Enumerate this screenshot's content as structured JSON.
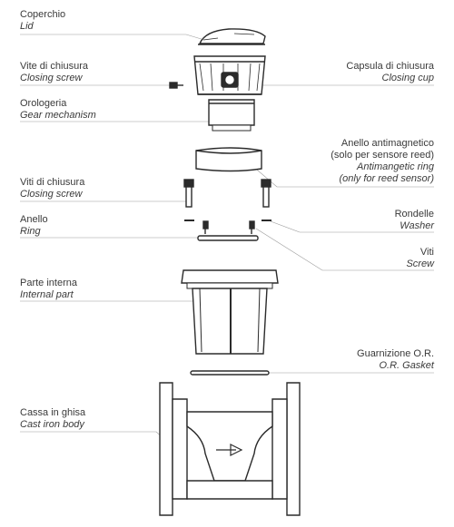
{
  "labels": {
    "coperchio": {
      "it": "Coperchio",
      "en": "Lid"
    },
    "vite": {
      "it": "Vite di chiusura",
      "en": "Closing screw"
    },
    "capsula": {
      "it": "Capsula di chiusura",
      "en": "Closing cup"
    },
    "orologeria": {
      "it": "Orologeria",
      "en": "Gear mechanism"
    },
    "anello_antimag": {
      "it1": "Anello antimagnetico",
      "it2": "(solo per sensore reed)",
      "en1": "Antimangetic ring",
      "en2": "(only for reed sensor)"
    },
    "viti_chiusura": {
      "it": "Viti di chiusura",
      "en": "Closing screw"
    },
    "anello": {
      "it": "Anello",
      "en": "Ring"
    },
    "rondelle": {
      "it": "Rondelle",
      "en": "Washer"
    },
    "viti": {
      "it": "Viti",
      "en": "Screw"
    },
    "parte_interna": {
      "it": "Parte interna",
      "en": "Internal part"
    },
    "guarnizione": {
      "it": "Guarnizione O.R.",
      "en": "O.R. Gasket"
    },
    "cassa": {
      "it": "Cassa in ghisa",
      "en": "Cast iron body"
    }
  },
  "colors": {
    "stroke": "#2b2b2b",
    "leader": "#9a9a9a",
    "text": "#3a3a3a",
    "fill": "#f2f2f2"
  }
}
